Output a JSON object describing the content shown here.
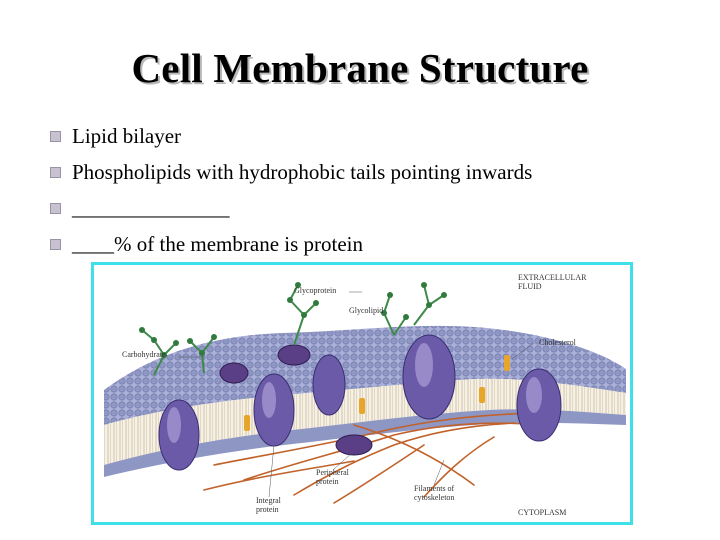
{
  "slide": {
    "title": "Cell Membrane Structure",
    "bullets": [
      "Lipid bilayer",
      "Phospholipids with hydrophobic tails pointing inwards",
      "_______________",
      "____% of the membrane is protein"
    ]
  },
  "figure": {
    "labels": {
      "extracellular_1": "EXTRACELLULAR",
      "extracellular_2": "FLUID",
      "glycoprotein": "Glycoprotein",
      "glycolipid": "Glycolipid",
      "carbohydrate": "Carbohydrate",
      "cholesterol": "Cholesterol",
      "peripheral_1": "Peripheral",
      "peripheral_2": "protein",
      "integral_1": "Integral",
      "integral_2": "protein",
      "filaments_1": "Filaments of",
      "filaments_2": "cytoskeleton",
      "cytoplasm": "CYTOPLASM"
    },
    "colors": {
      "border": "#3fe0ea",
      "membrane": "#8e96c4",
      "protein": "#6a5aa8",
      "carbohydrate": "#3e8a4a",
      "filament": "#c0622a",
      "cholesterol": "#e7a52a"
    }
  }
}
